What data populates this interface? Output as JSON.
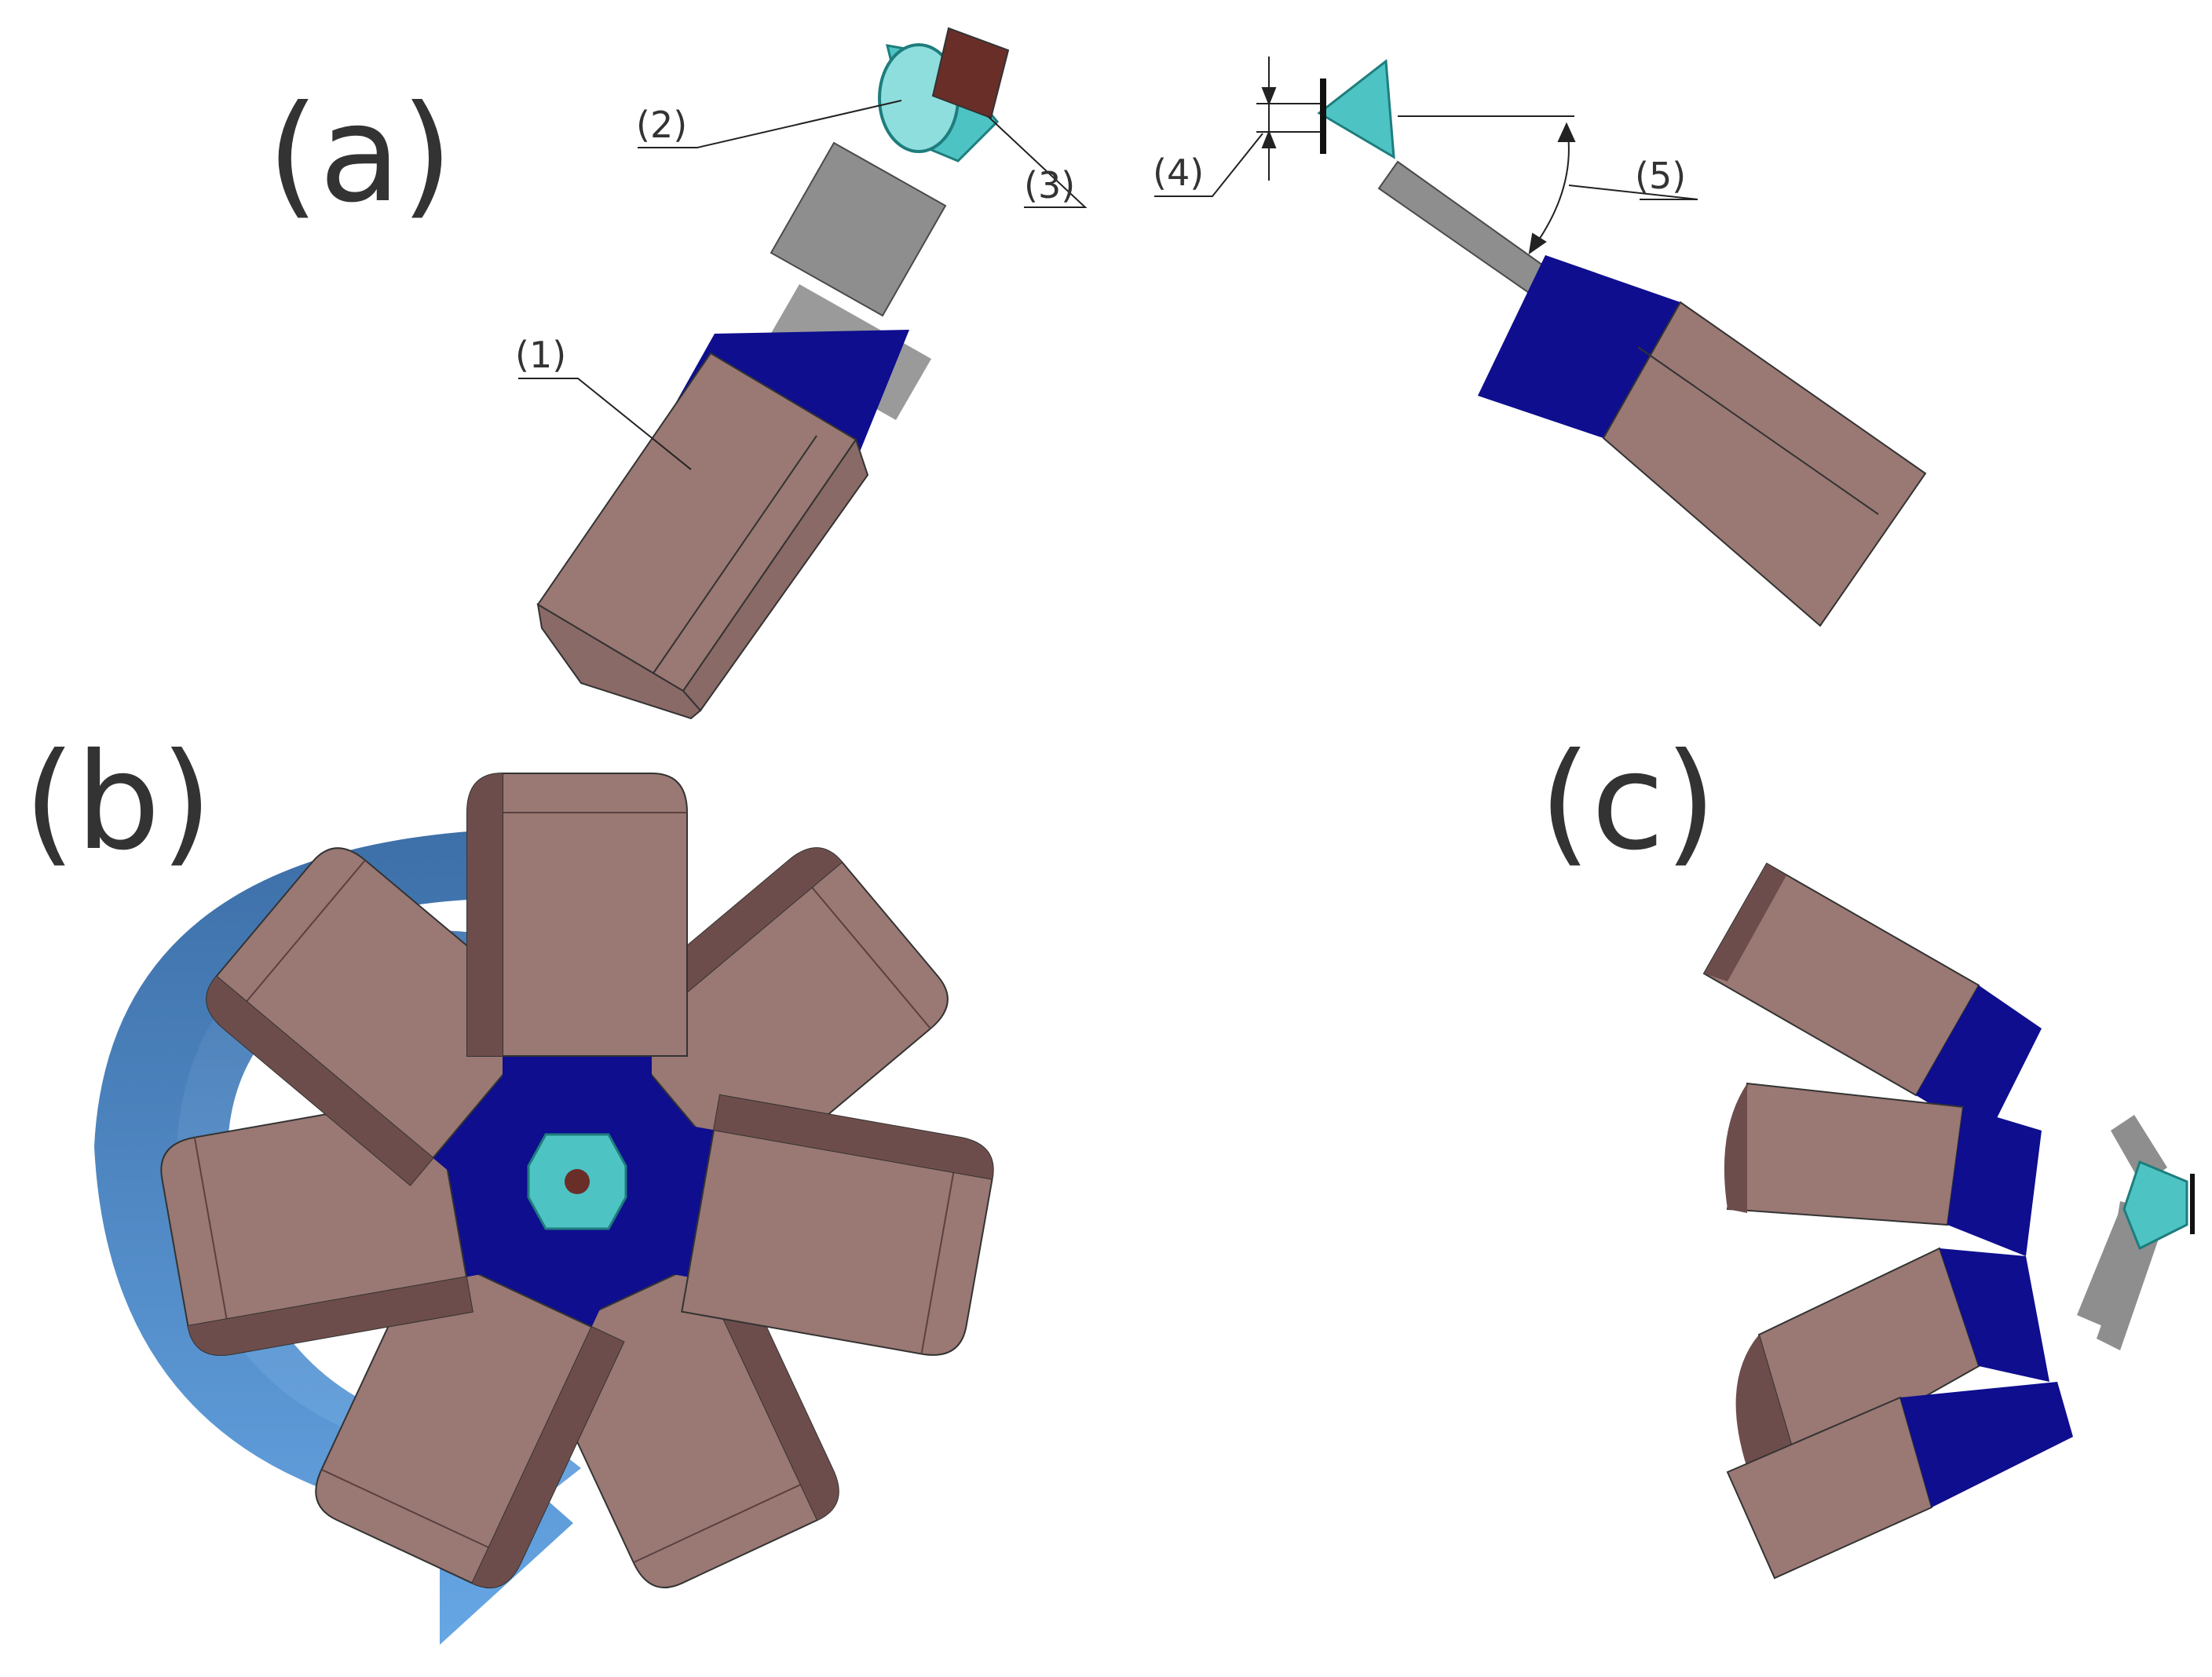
{
  "panels": {
    "a": "(a)",
    "b": "(b)",
    "c": "(c)"
  },
  "callouts": {
    "c1": "(1)",
    "c2": "(2)",
    "c3": "(3)",
    "c4": "(4)",
    "c5": "(5)"
  },
  "colors": {
    "body": "#9a7873",
    "body_dark": "#6d4d4b",
    "collar": "#0e0e8f",
    "rod": "#8e8e8e",
    "lens": "#4ec3c3",
    "chip": "#6a2e28",
    "arrow": "#4e86c6"
  }
}
